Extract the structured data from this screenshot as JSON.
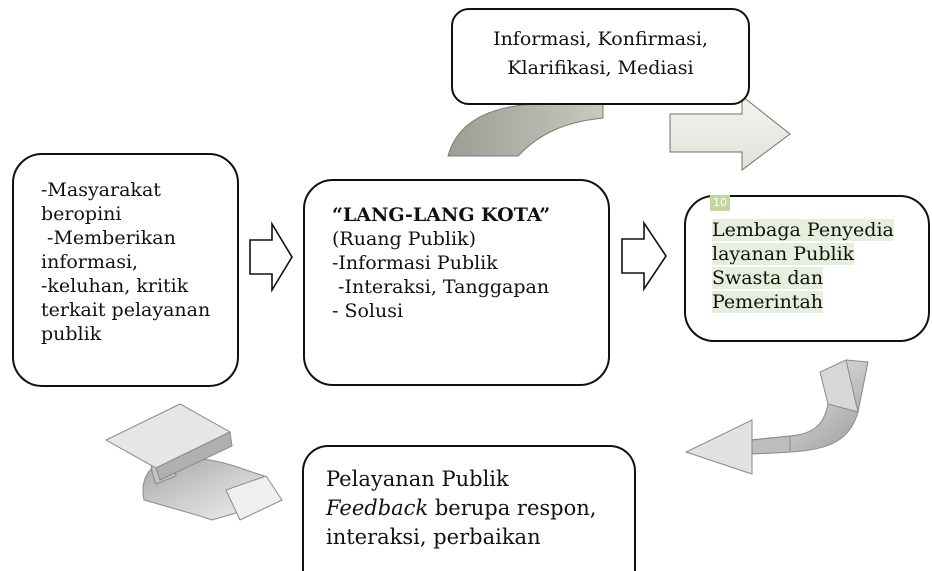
{
  "diagram": {
    "top_box": {
      "lines": [
        "Informasi,  Konfirmasi,",
        "Klarifikasi, Mediasi"
      ]
    },
    "left_box": {
      "lines": [
        "-Masyarakat",
        "beropini",
        " -Memberikan",
        "informasi,",
        "-keluhan, kritik",
        "terkait pelayanan",
        "publik"
      ]
    },
    "center_box": {
      "title": "“LANG-LANG KOTA”",
      "lines": [
        "(Ruang Publik)",
        "-Informasi Publik",
        " -Interaksi, Tanggapan",
        "- Solusi"
      ]
    },
    "right_box": {
      "badge": "10",
      "lines": [
        "Lembaga Penyedia",
        "layanan Publik",
        "Swasta dan",
        "Pemerintah"
      ]
    },
    "bottom_box": {
      "line1": "Pelayanan Publik",
      "line2_italic": "Feedback",
      "line2_rest": " berupa respon,",
      "line3": "interaksi, perbaikan"
    }
  },
  "colors": {
    "border": "#111111",
    "highlight": "#e6eedc",
    "badge": "#c3d69b",
    "arrow_dark": "#a8ab9f",
    "arrow_light": "#f0f0ec"
  }
}
